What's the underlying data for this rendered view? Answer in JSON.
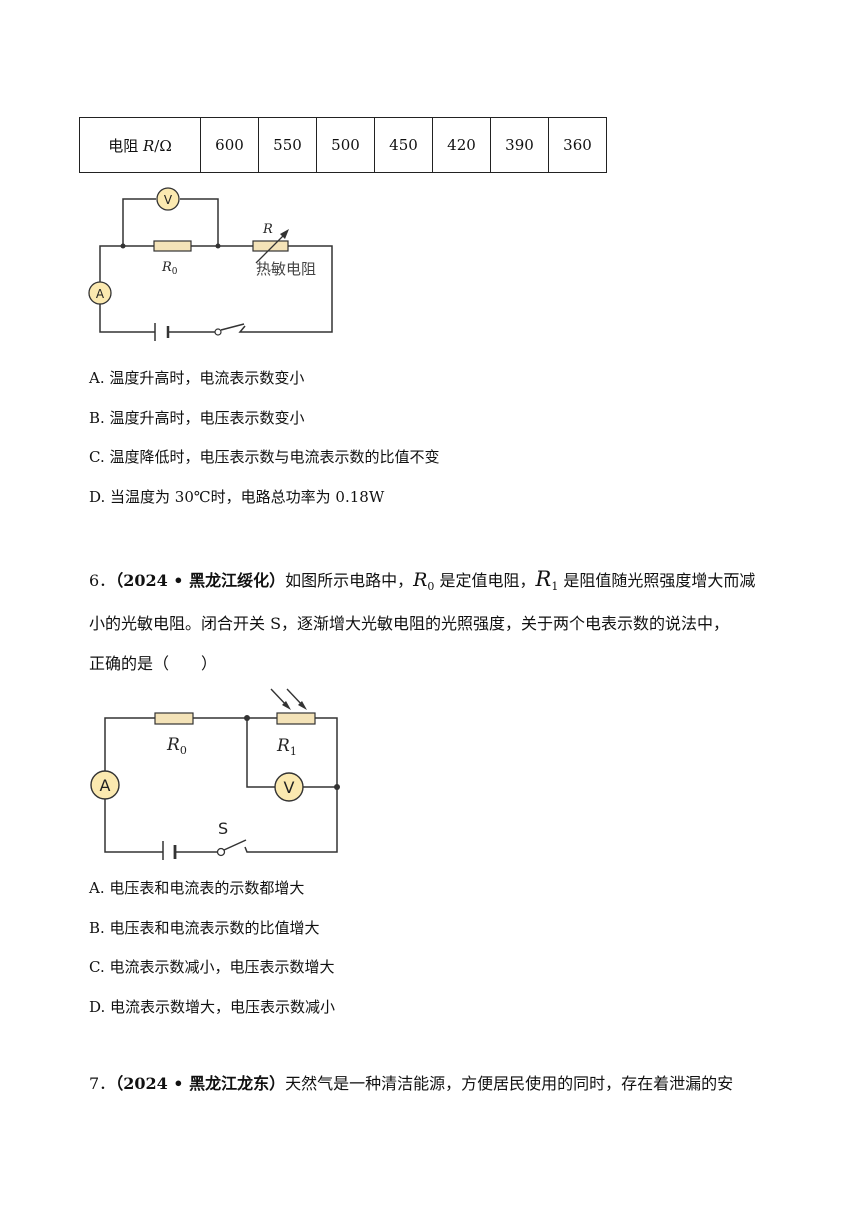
{
  "table": {
    "header_prefix": "电阻 ",
    "header_symbol": "R",
    "header_suffix": "/Ω",
    "values": [
      "600",
      "550",
      "500",
      "450",
      "420",
      "390",
      "360"
    ]
  },
  "circuit1": {
    "voltmeter": "V",
    "ammeter": "A",
    "r0_letter": "R",
    "r0_sub": "0",
    "r_label": "R",
    "thermistor_label": "热敏电阻"
  },
  "q5_options": [
    "A.  温度升高时，电流表示数变小",
    "B.  温度升高时，电压表示数变小",
    "C.  温度降低时，电压表示数与电流表示数的比值不变",
    "D.  当温度为 30℃时，电路总功率为 0.18W"
  ],
  "q6": {
    "number": "6．",
    "source": "（2024 • 黑龙江绥化）",
    "text1": "如图所示电路中，",
    "r0": "R",
    "r0_sub": "0",
    "text2": " 是定值电阻，",
    "r1": "R",
    "r1_sub": "1",
    "text3": " 是阻值随光照强度增大而减",
    "line2": "小的光敏电阻。闭合开关 S，逐渐增大光敏电阻的光照强度，关于两个电表示数的说法中，",
    "line3": "正确的是（　　）",
    "options": [
      "A.  电压表和电流表的示数都增大",
      "B.  电压表和电流表示数的比值增大",
      "C.  电流表示数减小，电压表示数增大",
      "D.  电流表示数增大，电压表示数减小"
    ]
  },
  "circuit2": {
    "ammeter": "A",
    "voltmeter": "V",
    "r0_letter": "R",
    "r0_sub": "0",
    "r1_letter": "R",
    "r1_sub": "1",
    "switch": "S"
  },
  "q7": {
    "number": "7．",
    "source": "（2024 • 黑龙江龙东）",
    "text": "天然气是一种清洁能源，方便居民使用的同时，存在着泄漏的安"
  }
}
